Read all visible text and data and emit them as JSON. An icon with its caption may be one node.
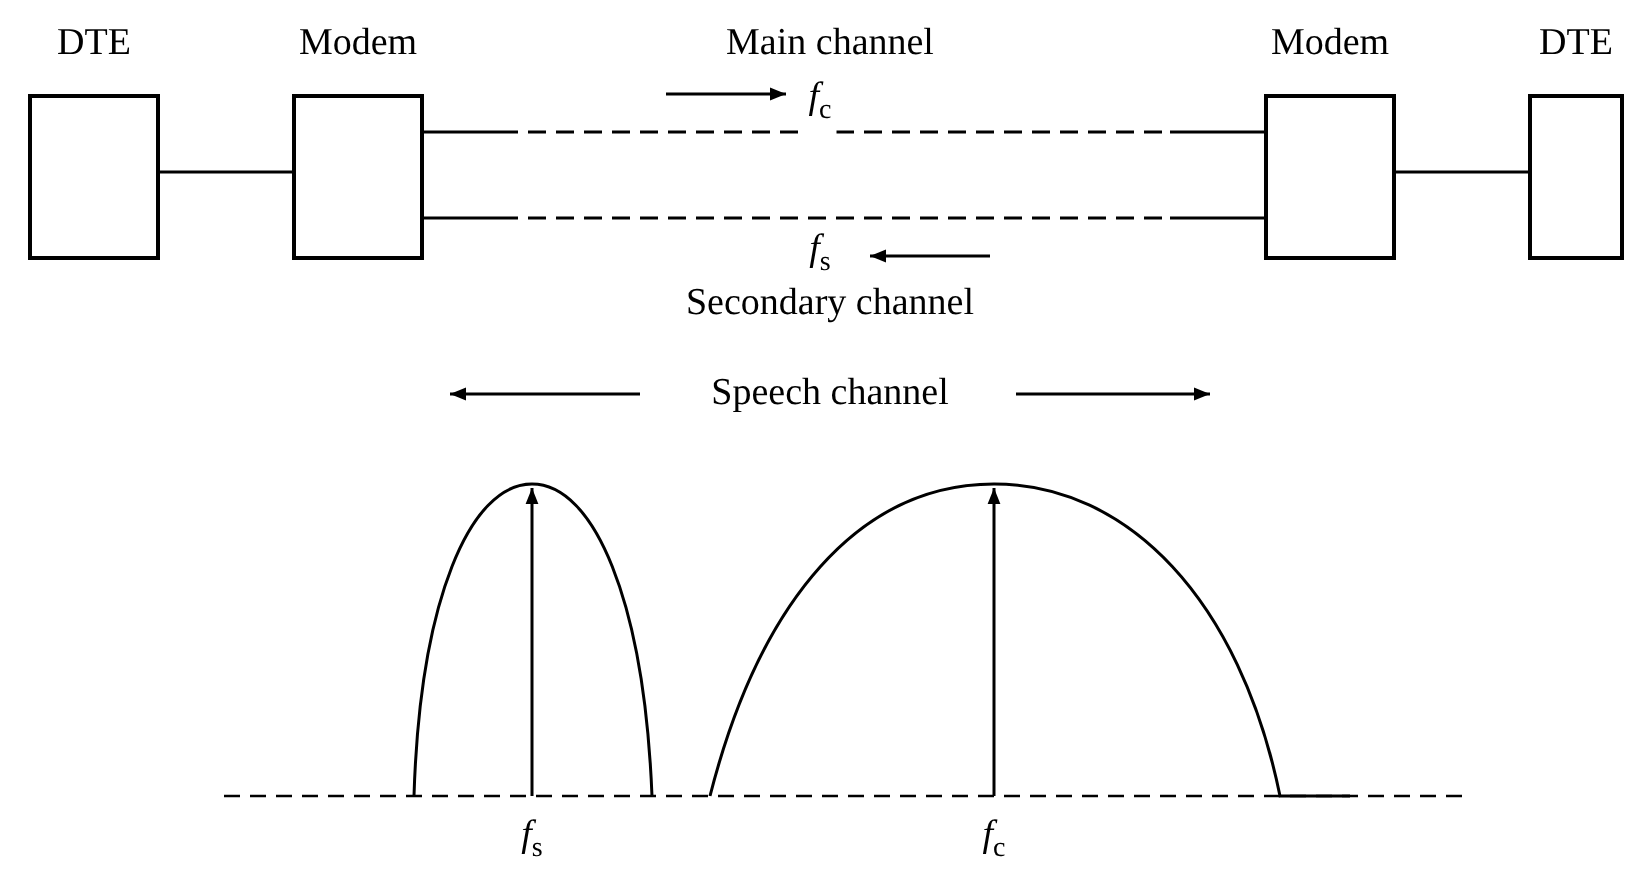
{
  "diagram": {
    "nodes": [
      {
        "text": [
          "DTE"
        ]
      },
      {
        "text": [
          "Modem"
        ]
      },
      {
        "text": [
          "Modem"
        ]
      },
      {
        "text": [
          "DTE"
        ]
      }
    ],
    "edges": [
      {
        "from": 0,
        "to": 1,
        "arrow": "none"
      },
      {
        "from": 1,
        "to": 2,
        "arrow": "none",
        "style": "dashed"
      },
      {
        "from": 1,
        "to": 2,
        "arrow": "none",
        "style": "dashed"
      },
      {
        "from": 2,
        "to": 3,
        "arrow": "none"
      }
    ],
    "labels": [
      "Main channel",
      "*f*$_{c}$",
      "*f*$_{s}$",
      "Secondary channel",
      "Speech channel",
      "*f*$_{s}$",
      "*f*$_{c}$"
    ]
  }
}
